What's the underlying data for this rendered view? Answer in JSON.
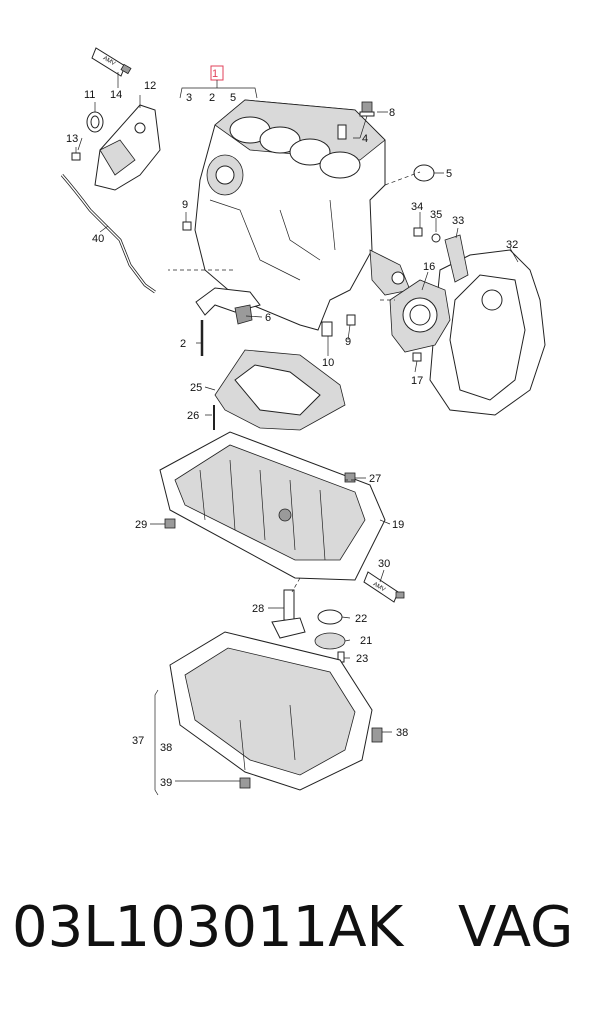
{
  "diagram": {
    "callouts": [
      "1",
      "2",
      "3",
      "5",
      "8",
      "4",
      "5",
      "14",
      "12",
      "11",
      "13",
      "9",
      "40",
      "34",
      "35",
      "33",
      "32",
      "16",
      "6",
      "2",
      "9",
      "10",
      "17",
      "25",
      "26",
      "27",
      "29",
      "19",
      "30",
      "28",
      "22",
      "21",
      "23",
      "37",
      "38",
      "38",
      "39"
    ],
    "tube_label": "AMV"
  },
  "caption": {
    "part_number": "03L103011AK",
    "brand": "VAG"
  },
  "colors": {
    "ink": "#111111",
    "highlight": "#e0405a",
    "shade": "#d9d9d9"
  }
}
